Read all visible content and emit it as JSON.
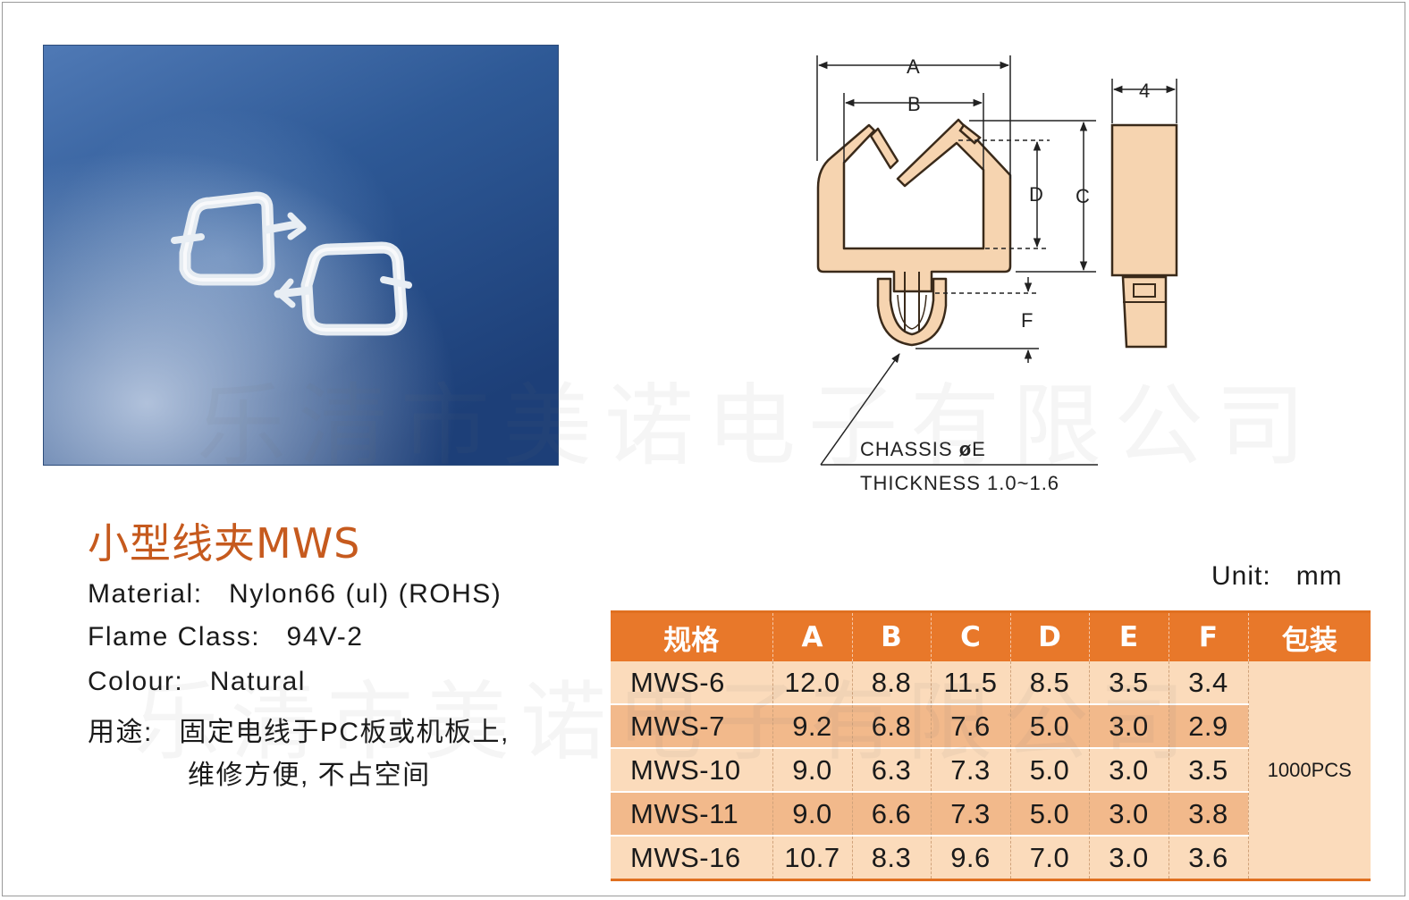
{
  "watermark": "乐清市美诺电子有限公司",
  "drawing": {
    "labels": {
      "a": "A",
      "b": "B",
      "c": "C",
      "d": "D",
      "f": "F",
      "width": "4"
    },
    "chassis_label": "CHASSIS",
    "chassis_symbol": "ø",
    "chassis_dim": "E",
    "thickness_label": "THICKNESS 1.0~1.6"
  },
  "product": {
    "title": "小型线夹MWS",
    "material": "Material:   Nylon66 (ul) (ROHS)",
    "flame": "Flame Class:   94V-2",
    "colour": "Colour:   Natural",
    "usage_line1": "用途:   固定电线于PC板或机板上,",
    "usage_line2": "维修方便, 不占空间",
    "unit": "Unit:   mm"
  },
  "table": {
    "headers": [
      "规格",
      "A",
      "B",
      "C",
      "D",
      "E",
      "F",
      "包装"
    ],
    "rows": [
      [
        "MWS-6",
        "12.0",
        "8.8",
        "11.5",
        "8.5",
        "3.5",
        "3.4"
      ],
      [
        "MWS-7",
        "9.2",
        "6.8",
        "7.6",
        "5.0",
        "3.0",
        "2.9"
      ],
      [
        "MWS-10",
        "9.0",
        "6.3",
        "7.3",
        "5.0",
        "3.0",
        "3.5"
      ],
      [
        "MWS-11",
        "9.0",
        "6.6",
        "7.3",
        "5.0",
        "3.0",
        "3.8"
      ],
      [
        "MWS-16",
        "10.7",
        "8.3",
        "9.6",
        "7.0",
        "3.0",
        "3.6"
      ]
    ],
    "package": "1000PCS"
  },
  "colors": {
    "accent": "#e8782a",
    "title": "#c65a1e",
    "row_light": "#fbdbbb",
    "row_dark": "#f2b98b",
    "part_fill": "#f6d4b0"
  }
}
